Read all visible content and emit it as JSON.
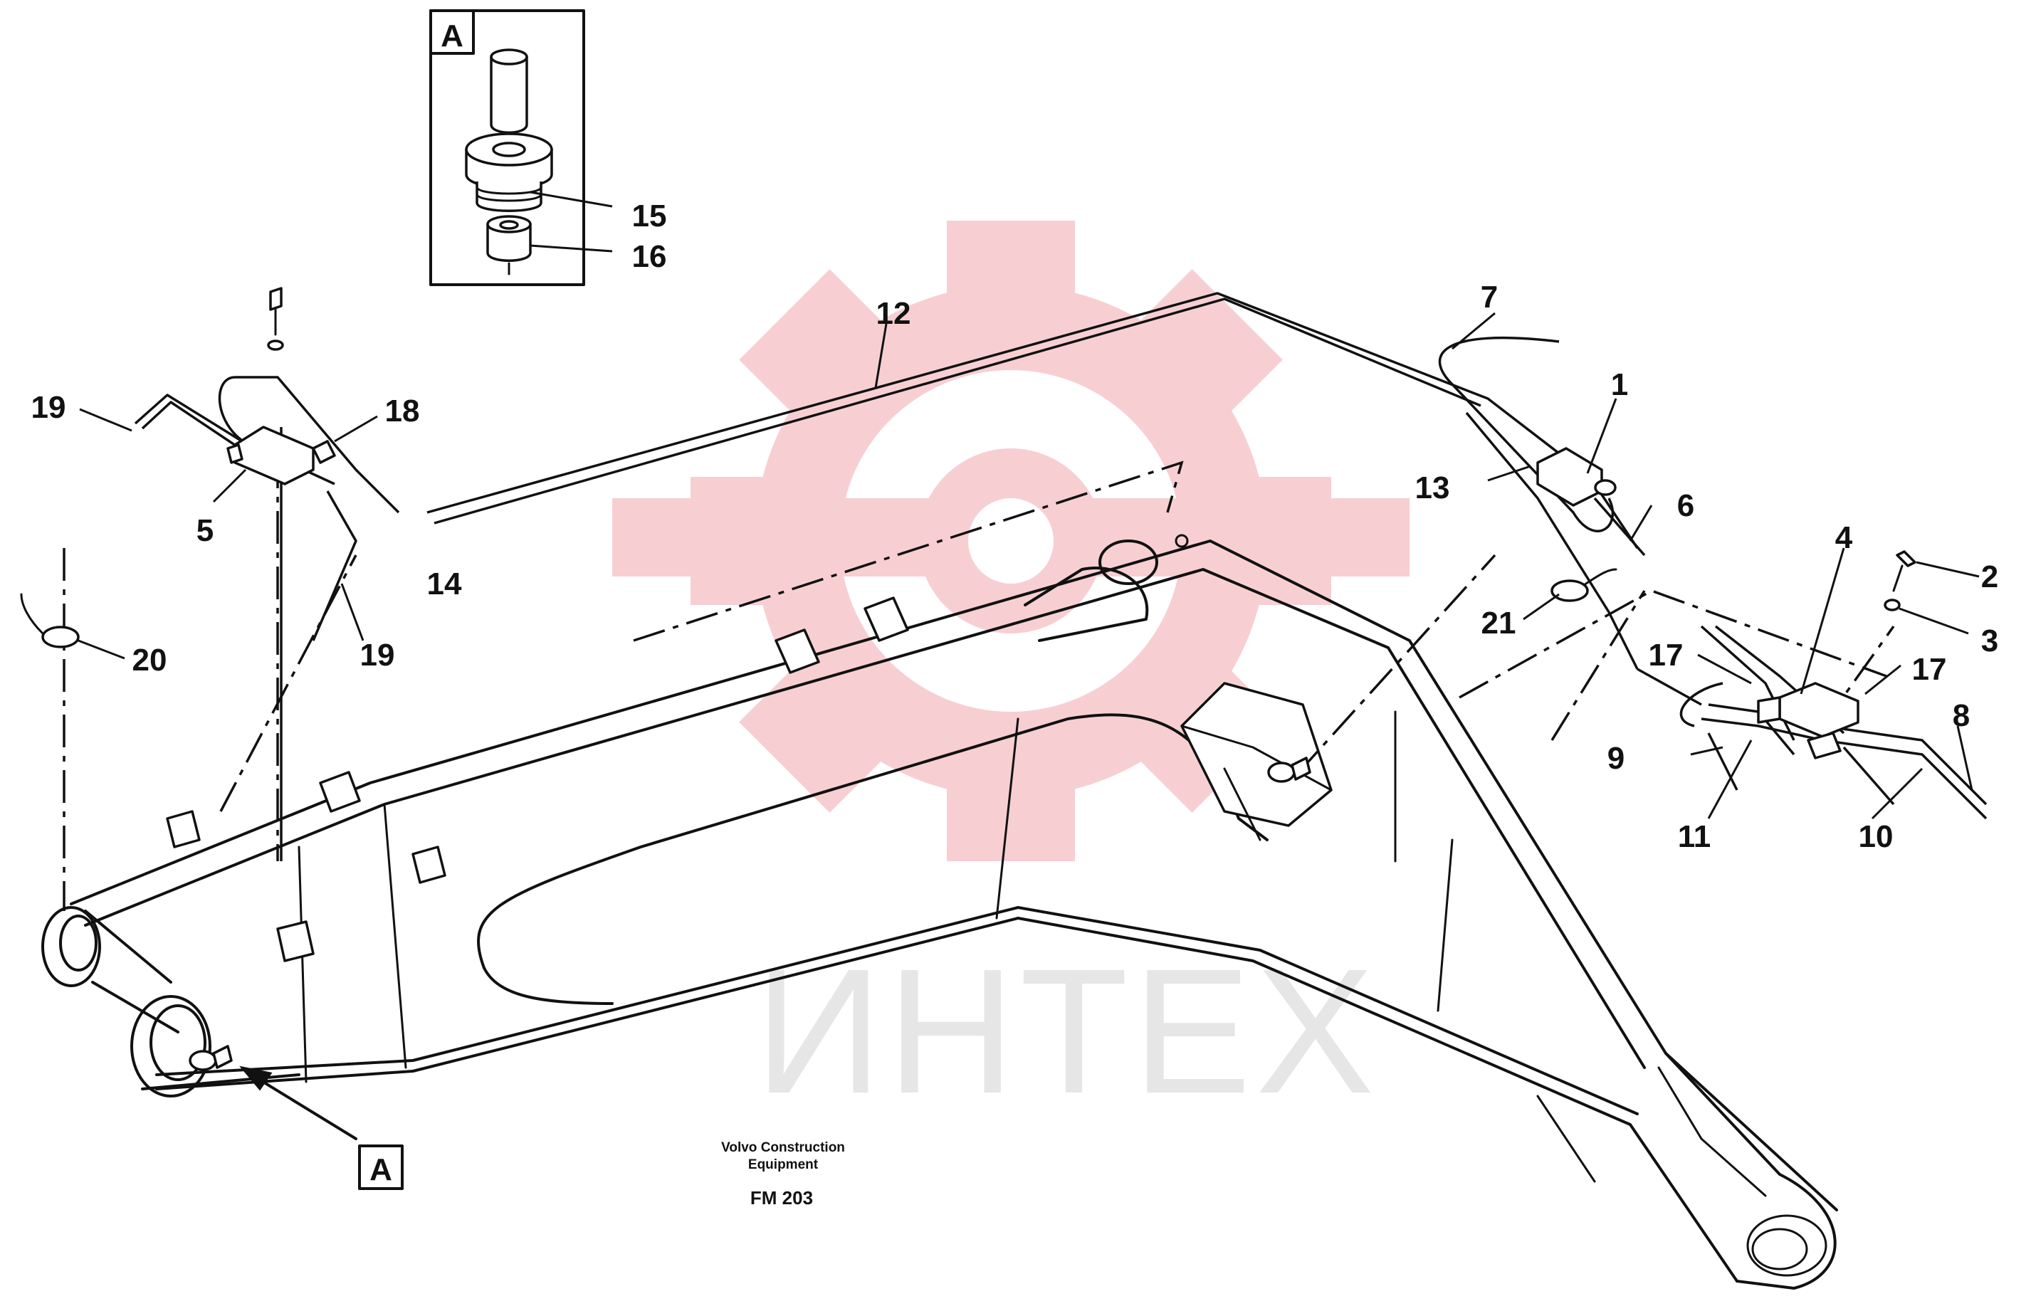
{
  "diagram": {
    "callouts": [
      {
        "id": "c1",
        "label": "1"
      },
      {
        "id": "c2",
        "label": "2"
      },
      {
        "id": "c3",
        "label": "3"
      },
      {
        "id": "c4",
        "label": "4"
      },
      {
        "id": "c5",
        "label": "5"
      },
      {
        "id": "c6",
        "label": "6"
      },
      {
        "id": "c7",
        "label": "7"
      },
      {
        "id": "c8",
        "label": "8"
      },
      {
        "id": "c9",
        "label": "9"
      },
      {
        "id": "c10",
        "label": "10"
      },
      {
        "id": "c11",
        "label": "11"
      },
      {
        "id": "c12",
        "label": "12"
      },
      {
        "id": "c13",
        "label": "13"
      },
      {
        "id": "c14",
        "label": "14"
      },
      {
        "id": "c15",
        "label": "15"
      },
      {
        "id": "c16",
        "label": "16"
      },
      {
        "id": "c17a",
        "label": "17"
      },
      {
        "id": "c17b",
        "label": "17"
      },
      {
        "id": "c18",
        "label": "18"
      },
      {
        "id": "c19a",
        "label": "19"
      },
      {
        "id": "c19b",
        "label": "19"
      },
      {
        "id": "c20",
        "label": "20"
      },
      {
        "id": "c21",
        "label": "21"
      }
    ],
    "detail_view": {
      "label": "A"
    },
    "view_marker": {
      "label": "A"
    },
    "caption": {
      "line1": "Volvo Construction",
      "line2": "Equipment",
      "code": "FM 203"
    },
    "watermark": {
      "text": "ИНТЕХ",
      "gear_color": "#f6c7cb",
      "text_color": "#e8e8e8"
    }
  }
}
